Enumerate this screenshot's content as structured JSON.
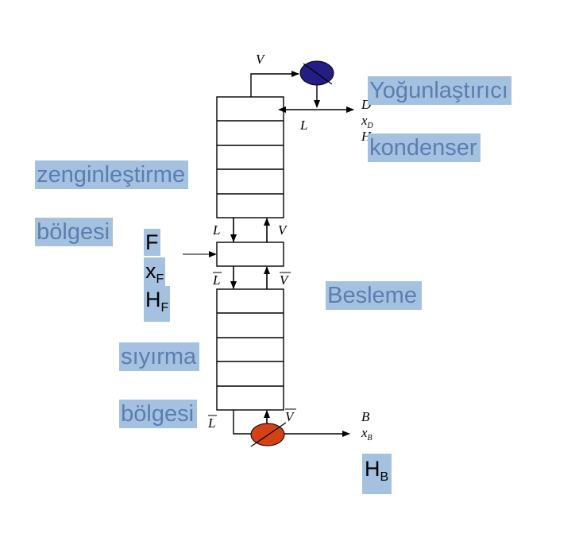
{
  "labels": {
    "condenser": [
      "Yoğunlaştırıcı",
      "kondenser"
    ],
    "enriching": [
      "zenginleştirme",
      "bölgesi"
    ],
    "stripping": [
      "sıyırma",
      "bölgesi"
    ],
    "feed": "Besleme"
  },
  "feed_symbols": {
    "F": "F",
    "xF_base": "x",
    "xF_sub": "F",
    "HF_base": "H",
    "HF_sub": "F"
  },
  "bottom_symbol": {
    "base": "H",
    "sub": "B"
  },
  "stream_labels": {
    "top_vapor": "V",
    "reflux": "L",
    "distillate": "D",
    "xD_base": "x",
    "xD_sub": "D",
    "HD_base": "H",
    "HD_sub": "D",
    "upper_L": "L",
    "upper_V": "V",
    "lower_L": "L",
    "lower_V": "V",
    "reb_L": "L",
    "reb_V": "V",
    "bottoms": "B",
    "xB_base": "x",
    "xB_sub": "B"
  },
  "colors": {
    "condenser": "#241d84",
    "reboiler": "#d44116",
    "highlight": "#a4c2df",
    "label_text": "#5b7db0"
  }
}
